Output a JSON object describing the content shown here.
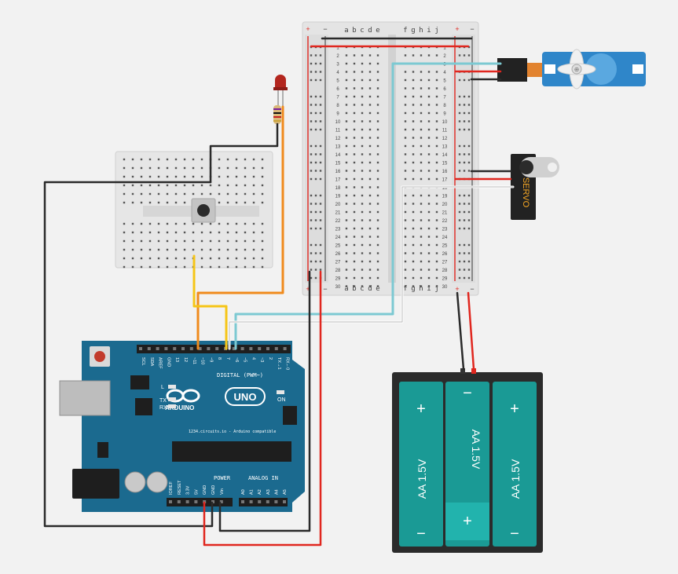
{
  "breadboard": {
    "col_labels_left": [
      "a",
      "b",
      "c",
      "d",
      "e"
    ],
    "col_labels_right": [
      "f",
      "g",
      "h",
      "i",
      "j"
    ],
    "rail_plus": "+",
    "rail_minus": "−",
    "row_numbers": [
      "1",
      "2",
      "3",
      "4",
      "5",
      "6",
      "7",
      "8",
      "9",
      "10",
      "11",
      "12",
      "13",
      "14",
      "15",
      "16",
      "17",
      "18",
      "19",
      "20",
      "21",
      "22",
      "23",
      "24",
      "25",
      "26",
      "27",
      "28",
      "29",
      "30"
    ]
  },
  "arduino": {
    "brand_label": "ARDUINO",
    "model_label": "UNO",
    "on_label": "ON",
    "tx_label": "TX",
    "rx_label": "RX",
    "l_label": "L",
    "digital_label": "DIGITAL (PWM~)",
    "power_label": "POWER",
    "analog_label": "ANALOG IN",
    "site_label": "1234.circuits.io - Arduino compatible",
    "digital_pins": [
      "SCL",
      "SDA",
      "AREF",
      "GND",
      "13",
      "12",
      "~11",
      "~10",
      "~9",
      "8",
      "7",
      "~6",
      "~5",
      "4",
      "~3",
      "2",
      "TX→1",
      "RX←0"
    ],
    "power_pins": [
      "IOREF",
      "RESET",
      "3.3V",
      "5V",
      "GND",
      "GND",
      "Vin"
    ],
    "analog_pins": [
      "A0",
      "A1",
      "A2",
      "A3",
      "A4",
      "A5"
    ]
  },
  "battery_pack": {
    "cells": [
      {
        "label": "AA 1.5V",
        "top": "+",
        "bottom": "−"
      },
      {
        "label": "AA 1.5V",
        "top": "−",
        "bottom": "+"
      },
      {
        "label": "AA 1.5V",
        "top": "+",
        "bottom": "−"
      }
    ]
  },
  "micro_servo": {
    "label": "SERVO"
  },
  "colors": {
    "background": "#f2f2f2",
    "board_teal": "#1b6a8f",
    "wire_red": "#e0271f",
    "wire_black": "#2a2a2a",
    "wire_orange": "#f08a1c",
    "wire_yellow": "#f5c518",
    "wire_cyan": "#7cc9d2",
    "battery_cell": "#1a9a95",
    "servo_blue": "#2f86c9"
  }
}
